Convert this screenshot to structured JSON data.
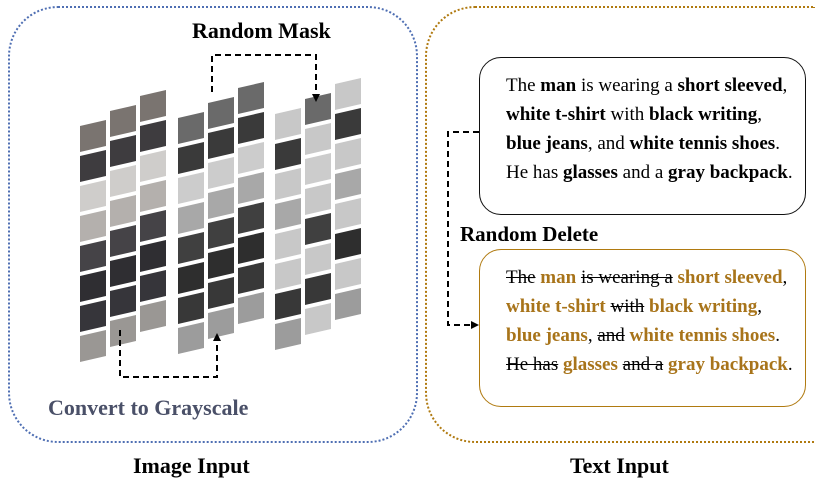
{
  "image_panel": {
    "random_mask_label": "Random Mask",
    "grayscale_label": "Convert to Grayscale",
    "caption": "Image Input"
  },
  "text_panel": {
    "random_delete_label": "Random Delete",
    "caption": "Text Input",
    "original_text": [
      {
        "t": "The ",
        "kw": false
      },
      {
        "t": "man",
        "kw": true
      },
      {
        "t": " is wearing a ",
        "kw": false
      },
      {
        "t": "short sleeved",
        "kw": true
      },
      {
        "t": ", ",
        "kw": false
      },
      {
        "t": "white t-shirt",
        "kw": true
      },
      {
        "t": " with ",
        "kw": false
      },
      {
        "t": "black writing",
        "kw": true
      },
      {
        "t": ", ",
        "kw": false
      },
      {
        "t": "blue jeans",
        "kw": true
      },
      {
        "t": ", and ",
        "kw": false
      },
      {
        "t": "white tennis shoes",
        "kw": true
      },
      {
        "t": ". He has ",
        "kw": false
      },
      {
        "t": "glasses",
        "kw": true
      },
      {
        "t": " and a ",
        "kw": false
      },
      {
        "t": "gray backpack",
        "kw": true
      },
      {
        "t": ".",
        "kw": false
      }
    ],
    "deleted_text": [
      {
        "t": "The",
        "k": "del"
      },
      {
        "t": " ",
        "k": "plain"
      },
      {
        "t": "man",
        "k": "kw"
      },
      {
        "t": " ",
        "k": "plain"
      },
      {
        "t": "is wearing a",
        "k": "del"
      },
      {
        "t": " ",
        "k": "plain"
      },
      {
        "t": "short sleeved",
        "k": "kw"
      },
      {
        "t": ", ",
        "k": "plain"
      },
      {
        "t": "white t-shirt",
        "k": "kw"
      },
      {
        "t": " ",
        "k": "plain"
      },
      {
        "t": "with",
        "k": "del"
      },
      {
        "t": " ",
        "k": "plain"
      },
      {
        "t": "black writing",
        "k": "kw"
      },
      {
        "t": ", ",
        "k": "plain"
      },
      {
        "t": "blue jeans",
        "k": "kw"
      },
      {
        "t": ", ",
        "k": "plain"
      },
      {
        "t": "and",
        "k": "del"
      },
      {
        "t": " ",
        "k": "plain"
      },
      {
        "t": "white tennis shoes",
        "k": "kw"
      },
      {
        "t": ". ",
        "k": "plain"
      },
      {
        "t": "He has",
        "k": "del"
      },
      {
        "t": " ",
        "k": "plain"
      },
      {
        "t": "glasses",
        "k": "kw"
      },
      {
        "t": " ",
        "k": "plain"
      },
      {
        "t": "and a",
        "k": "del"
      },
      {
        "t": " ",
        "k": "plain"
      },
      {
        "t": "gray backpack",
        "k": "kw"
      },
      {
        "t": ".",
        "k": "plain"
      }
    ]
  },
  "colors": {
    "image_panel_border": "#4f6fb3",
    "text_panel_border": "#b07a10",
    "keyword_highlight": "#a8741a",
    "grayscale_label": "#4a5068",
    "mask_patch": "#c8c8c8"
  }
}
